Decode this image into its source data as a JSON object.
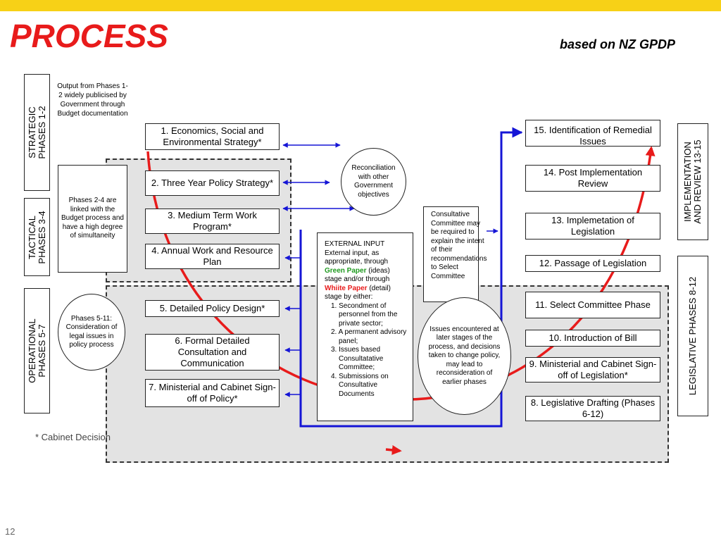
{
  "header": {
    "title": "PROCESS",
    "subtitle": "based on NZ GPDP",
    "page_number": "12"
  },
  "colors": {
    "accent_bar": "#f7d117",
    "title_red": "#e81b1b",
    "arrow_blue": "#1515d6",
    "arc_red": "#e81b1b",
    "panel_gray": "#e3e3e3"
  },
  "phase_labels": {
    "strategic": "STRATEGIC\nPHASES 1-2",
    "tactical": "TACTICAL\nPHASES 3-4",
    "operational": "OPERATIONAL\nPHASES 5-7",
    "implementation": "IMPLEMENTATION\nAND REVIEW 13-15",
    "legislative": "LEGISLATIVE PHASES 8-12"
  },
  "notes": {
    "output_phases": "Output from Phases 1-2 widely publicised by Government through Budget documentation",
    "phases_2_4": "Phases 2-4 are linked with the Budget process and have a high degree of simultaneity",
    "phases_5_11": "Phases 5-11: Consideration of legal issues in policy process",
    "reconciliation": "Reconciliation with other Government objectives",
    "consultative": "Consultative Committee may be required to explain the intent of their recommendations to Select Committee",
    "issues": "Issues encountered at later stages of the process, and decisions taken to change policy, may lead to reconsideration of earlier phases",
    "cabinet": "* Cabinet Decision"
  },
  "left_steps": [
    "1. Economics, Social and Environmental Strategy*",
    "2. Three Year Policy Strategy*",
    "3. Medium Term Work Program*",
    "4. Annual Work and Resource Plan",
    "5. Detailed Policy Design*",
    "6. Formal Detailed Consultation and Communication",
    "7.  Ministerial and Cabinet Sign-off of Policy*"
  ],
  "right_steps": [
    "15. Identification of Remedial Issues",
    "14.  Post Implementation Review",
    "13. Implemetation of Legislation",
    "12. Passage of Legislation",
    "11. Select Committee Phase",
    "10.  Introduction of Bill",
    "9.  Ministerial and Cabinet Sign-off of Legislation*",
    "8. Legislative Drafting (Phases 6-12)"
  ],
  "external_input": {
    "heading": "EXTERNAL   INPUT",
    "intro": "External input, as appropriate, through",
    "green_paper": "Green Paper",
    "ideas": " (ideas) stage and/or through",
    "white_paper": "Whiite Paper",
    "detail": " (detail) stage by either:",
    "items": [
      "1. Secondment of personnel from the private sector;",
      "2. A permanent advisory panel;",
      "3. Issues based Consultatative Committee;",
      "4. Submissions on Consultative Documents"
    ]
  }
}
